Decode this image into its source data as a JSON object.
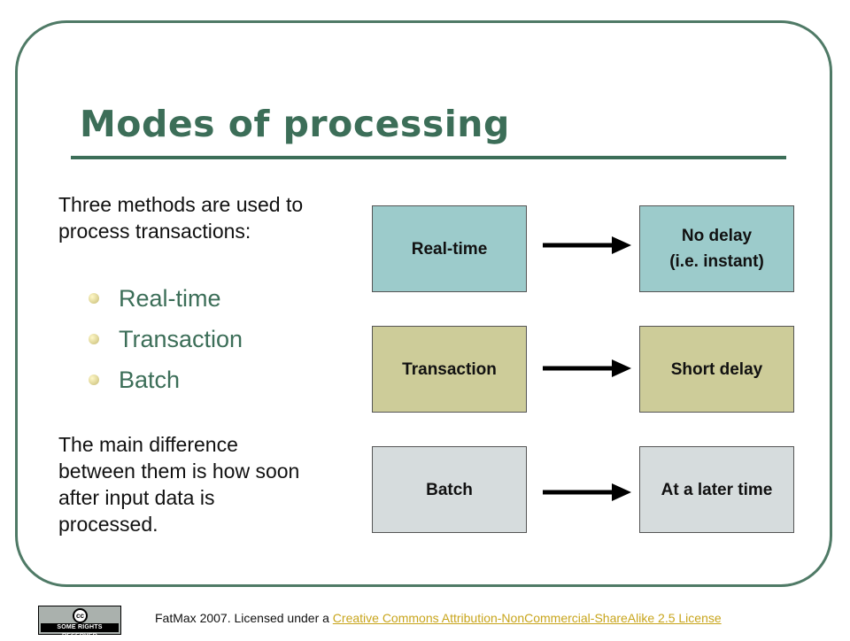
{
  "slide": {
    "title": "Modes of processing",
    "intro": "Three methods are used to process transactions:",
    "bullets": [
      "Real-time",
      "Transaction",
      "Batch"
    ],
    "outro": "The main difference between them is how soon after input data is processed."
  },
  "diagram": {
    "rows": [
      {
        "left": "Real-time",
        "right_line1": "No delay",
        "right_line2": "(i.e. instant)",
        "color": "#9ccbcb"
      },
      {
        "left": "Transaction",
        "right_line1": "Short delay",
        "right_line2": "",
        "color": "#cdcc99"
      },
      {
        "left": "Batch",
        "right_line1": "At a later time",
        "right_line2": "",
        "color": "#d6dcdd"
      }
    ],
    "arrow_icon": "right-arrow-icon"
  },
  "footer": {
    "credit": "FatMax 2007. Licensed under a ",
    "license_link": "Creative Commons Attribution-NonCommercial-ShareAlike 2.5 License",
    "badge_symbol": "cc",
    "badge_text": "SOME RIGHTS RESERVED"
  },
  "colors": {
    "accent": "#3c6e58",
    "frame": "#4f7a66",
    "link": "#c8a51c"
  }
}
